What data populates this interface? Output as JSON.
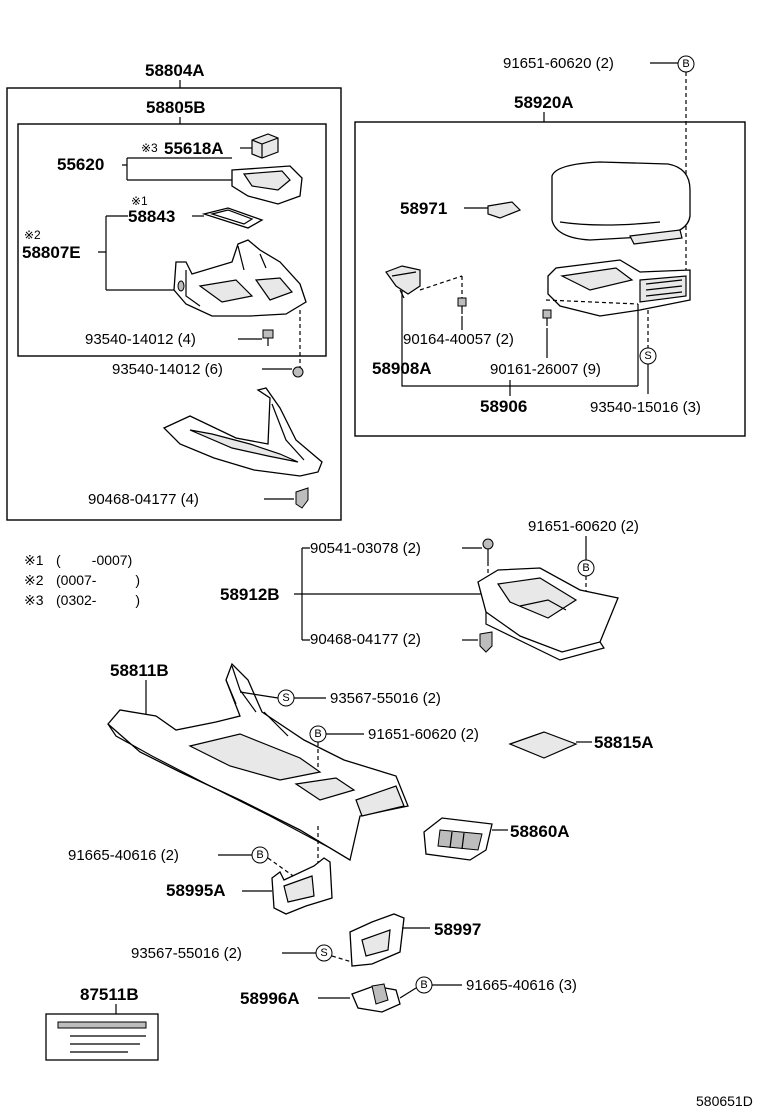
{
  "labels": {
    "p58804A": "58804A",
    "p58805B": "58805B",
    "p55618A": "55618A",
    "p55620": "55620",
    "p58843": "58843",
    "p58807E": "58807E",
    "p93540_14012_4": "93540-14012 (4)",
    "p93540_14012_6": "93540-14012 (6)",
    "p90468_04177_4": "90468-04177 (4)",
    "p91651_60620_2_top": "91651-60620 (2)",
    "p58920A": "58920A",
    "p58971": "58971",
    "p90164_40057_2": "90164-40057 (2)",
    "p58908A": "58908A",
    "p90161_26007_9": "90161-26007 (9)",
    "p58906": "58906",
    "p93540_15016_3": "93540-15016 (3)",
    "p91651_60620_2_mid": "91651-60620 (2)",
    "p90541_03078_2": "90541-03078 (2)",
    "p58912B": "58912B",
    "p90468_04177_2": "90468-04177 (2)",
    "p58811B": "58811B",
    "p93567_55016_2_a": "93567-55016 (2)",
    "p91651_60620_2_low": "91651-60620 (2)",
    "p58815A": "58815A",
    "p58860A": "58860A",
    "p91665_40616_2": "91665-40616 (2)",
    "p58995A": "58995A",
    "p58997": "58997",
    "p93567_55016_2_b": "93567-55016 (2)",
    "p58996A": "58996A",
    "p91665_40616_3": "91665-40616 (3)",
    "p87511B": "87511B"
  },
  "marks": {
    "m3": "※3",
    "m1": "※1",
    "m2": "※2"
  },
  "notes": [
    {
      "mark": "※1",
      "text": "(        -0007)"
    },
    {
      "mark": "※2",
      "text": "(0007-          )"
    },
    {
      "mark": "※3",
      "text": "(0302-          )"
    }
  ],
  "symbols": {
    "B": "B",
    "S": "S"
  },
  "reference": "580651D"
}
